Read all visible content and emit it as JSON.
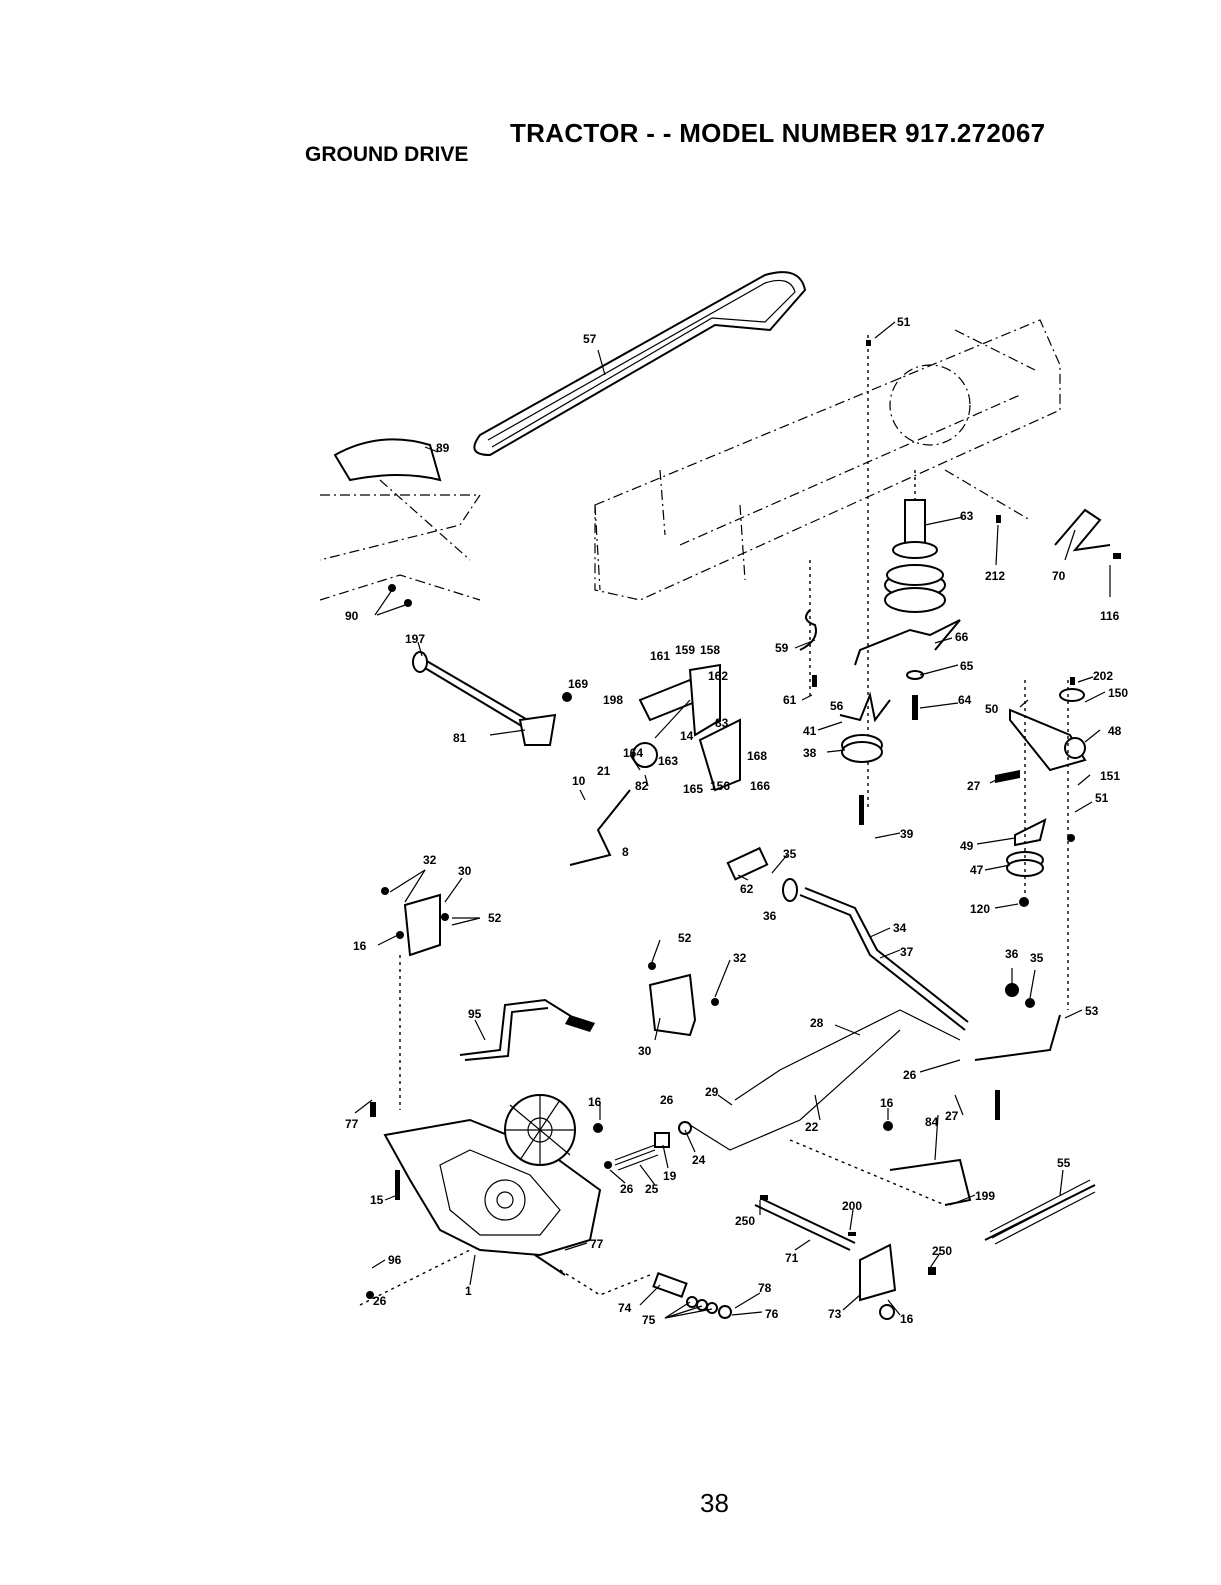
{
  "header": {
    "title": "TRACTOR - - MODEL NUMBER 917.272067",
    "subtitle": "GROUND DRIVE"
  },
  "callouts": [
    {
      "id": "c57",
      "text": "57"
    },
    {
      "id": "c51a",
      "text": "51"
    },
    {
      "id": "c89",
      "text": "89"
    },
    {
      "id": "c63",
      "text": "63"
    },
    {
      "id": "c212",
      "text": "212"
    },
    {
      "id": "c70",
      "text": "70"
    },
    {
      "id": "c116",
      "text": "116"
    },
    {
      "id": "c90",
      "text": "90"
    },
    {
      "id": "c197",
      "text": "197"
    },
    {
      "id": "c161",
      "text": "161"
    },
    {
      "id": "c159",
      "text": "159"
    },
    {
      "id": "c158",
      "text": "158"
    },
    {
      "id": "c59",
      "text": "59"
    },
    {
      "id": "c66",
      "text": "66"
    },
    {
      "id": "c169",
      "text": "169"
    },
    {
      "id": "c162",
      "text": "162"
    },
    {
      "id": "c65",
      "text": "65"
    },
    {
      "id": "c202",
      "text": "202"
    },
    {
      "id": "c198",
      "text": "198"
    },
    {
      "id": "c61",
      "text": "61"
    },
    {
      "id": "c56",
      "text": "56"
    },
    {
      "id": "c64",
      "text": "64"
    },
    {
      "id": "c50",
      "text": "50"
    },
    {
      "id": "c150",
      "text": "150"
    },
    {
      "id": "c81",
      "text": "81"
    },
    {
      "id": "c14",
      "text": "14"
    },
    {
      "id": "c83",
      "text": "83"
    },
    {
      "id": "c41",
      "text": "41"
    },
    {
      "id": "c48",
      "text": "48"
    },
    {
      "id": "c164",
      "text": "164"
    },
    {
      "id": "c168",
      "text": "168"
    },
    {
      "id": "c163",
      "text": "163"
    },
    {
      "id": "c21",
      "text": "21"
    },
    {
      "id": "c38",
      "text": "38"
    },
    {
      "id": "c151",
      "text": "151"
    },
    {
      "id": "c27a",
      "text": "27"
    },
    {
      "id": "c51b",
      "text": "51"
    },
    {
      "id": "c10",
      "text": "10"
    },
    {
      "id": "c82",
      "text": "82"
    },
    {
      "id": "c165",
      "text": "165"
    },
    {
      "id": "c156",
      "text": "156"
    },
    {
      "id": "c166",
      "text": "166"
    },
    {
      "id": "c39",
      "text": "39"
    },
    {
      "id": "c49",
      "text": "49"
    },
    {
      "id": "c8",
      "text": "8"
    },
    {
      "id": "c35a",
      "text": "35"
    },
    {
      "id": "c47",
      "text": "47"
    },
    {
      "id": "c32a",
      "text": "32"
    },
    {
      "id": "c30a",
      "text": "30"
    },
    {
      "id": "c62",
      "text": "62"
    },
    {
      "id": "c36a",
      "text": "36"
    },
    {
      "id": "c120",
      "text": "120"
    },
    {
      "id": "c52a",
      "text": "52"
    },
    {
      "id": "c34",
      "text": "34"
    },
    {
      "id": "c16a",
      "text": "16"
    },
    {
      "id": "c52b",
      "text": "52"
    },
    {
      "id": "c37",
      "text": "37"
    },
    {
      "id": "c32b",
      "text": "32"
    },
    {
      "id": "c36b",
      "text": "36"
    },
    {
      "id": "c35b",
      "text": "35"
    },
    {
      "id": "c95",
      "text": "95"
    },
    {
      "id": "c53",
      "text": "53"
    },
    {
      "id": "c28",
      "text": "28"
    },
    {
      "id": "c30b",
      "text": "30"
    },
    {
      "id": "c26a",
      "text": "26"
    },
    {
      "id": "c29",
      "text": "29"
    },
    {
      "id": "c16b",
      "text": "16"
    },
    {
      "id": "c26b",
      "text": "26"
    },
    {
      "id": "c16c",
      "text": "16"
    },
    {
      "id": "c84",
      "text": "84"
    },
    {
      "id": "c27b",
      "text": "27"
    },
    {
      "id": "c77a",
      "text": "77"
    },
    {
      "id": "c22",
      "text": "22"
    },
    {
      "id": "c24",
      "text": "24"
    },
    {
      "id": "c19",
      "text": "19"
    },
    {
      "id": "c26c",
      "text": "26"
    },
    {
      "id": "c25",
      "text": "25"
    },
    {
      "id": "c55",
      "text": "55"
    },
    {
      "id": "c15",
      "text": "15"
    },
    {
      "id": "c199",
      "text": "199"
    },
    {
      "id": "c200",
      "text": "200"
    },
    {
      "id": "c250a",
      "text": "250"
    },
    {
      "id": "c77b",
      "text": "77"
    },
    {
      "id": "c96",
      "text": "96"
    },
    {
      "id": "c71",
      "text": "71"
    },
    {
      "id": "c250b",
      "text": "250"
    },
    {
      "id": "c26d",
      "text": "26"
    },
    {
      "id": "c1",
      "text": "1"
    },
    {
      "id": "c78",
      "text": "78"
    },
    {
      "id": "c74",
      "text": "74"
    },
    {
      "id": "c75",
      "text": "75"
    },
    {
      "id": "c76",
      "text": "76"
    },
    {
      "id": "c73",
      "text": "73"
    },
    {
      "id": "c16d",
      "text": "16"
    }
  ],
  "footer": {
    "page_number": "38"
  }
}
